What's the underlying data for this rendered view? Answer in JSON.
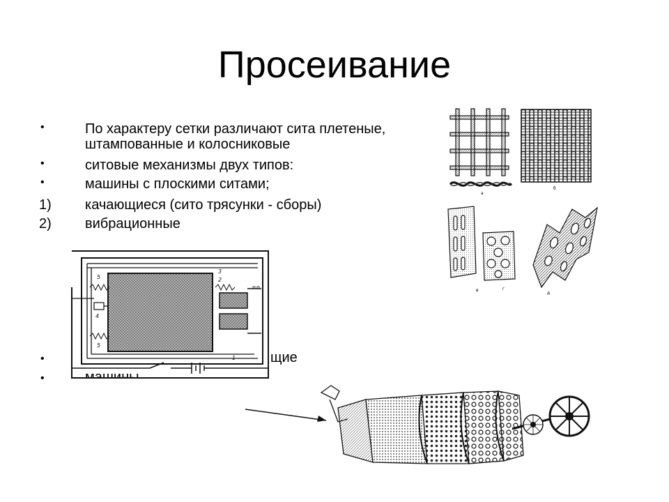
{
  "slide": {
    "title": "Просеивание"
  },
  "bullets": [
    {
      "marker": "•",
      "text": "По характеру сетки различают сита плетеные,"
    },
    {
      "marker": "",
      "text": "штампованные и колосниковые"
    },
    {
      "marker": "•",
      "text": "ситовые механизмы двух типов:"
    },
    {
      "marker": "•",
      "text": "машины с плоскими ситами;"
    },
    {
      "marker": "1)",
      "text": "качающиеся (сито трясунки - сборы)"
    },
    {
      "marker": "2)",
      "text": "вибрационные"
    },
    {
      "marker": "•",
      "text": "щие"
    },
    {
      "marker": "•",
      "text": "машины."
    }
  ],
  "figure_labels": {
    "mesh_woven": "а",
    "mesh_twill": "б",
    "punched_slots": "в",
    "punched_round": "г",
    "corrugated": "д",
    "schematic_1": "1",
    "schematic_2": "2",
    "schematic_3": "3",
    "schematic_4": "4",
    "schematic_5": "5"
  }
}
